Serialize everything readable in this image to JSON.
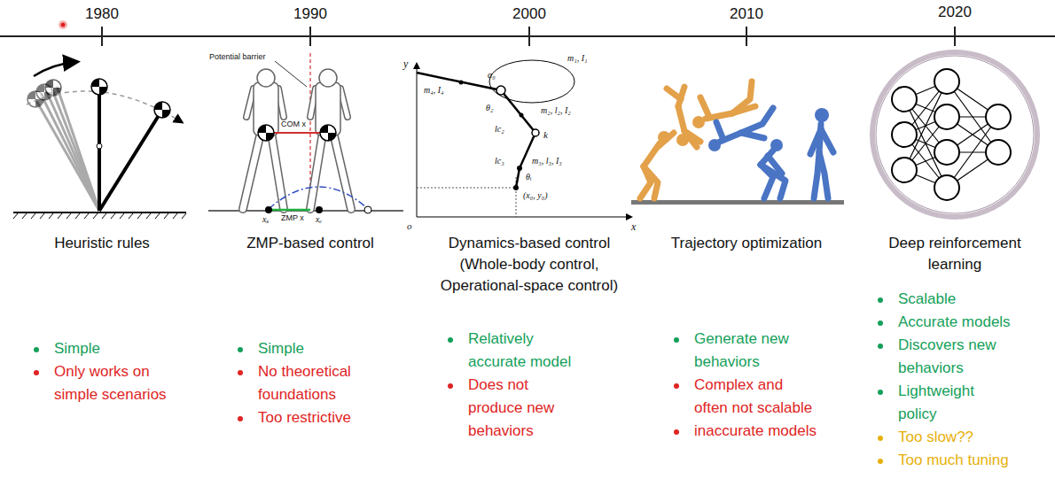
{
  "diagram": {
    "labels": [
      "1980",
      "1990",
      "2000",
      "2010",
      "2020",
      "Heuristic rules",
      "ZMP-based control",
      "Dynamics-based control (Whole-body control, Operational-space control)",
      "Trajectory optimization",
      "Deep reinforcement learning",
      "Simple",
      "Only works on simple scenarios",
      "Simple",
      "No theoretical foundations",
      "Too restrictive",
      "Relatively accurate model",
      "Does not produce new behaviors",
      "Generate new behaviors",
      "Complex and often not scalable",
      "inaccurate models",
      "Scalable",
      "Accurate models",
      "Discovers new behaviors",
      "Lightweight policy",
      "Too slow??",
      "Too much tuning",
      "Potential barrier",
      "COM x",
      "xₛ",
      "ZMP x",
      "xₑ",
      "y",
      "x",
      "o",
      "α₀",
      "m₁, I₁",
      "m₄, I₄",
      "θ₂",
      "m₂, l₂, I₂",
      "lc₂",
      "k",
      "m₃, l₃, I₃",
      "lc₃",
      "θᵢ",
      "(x₀, y₀)"
    ]
  }
}
